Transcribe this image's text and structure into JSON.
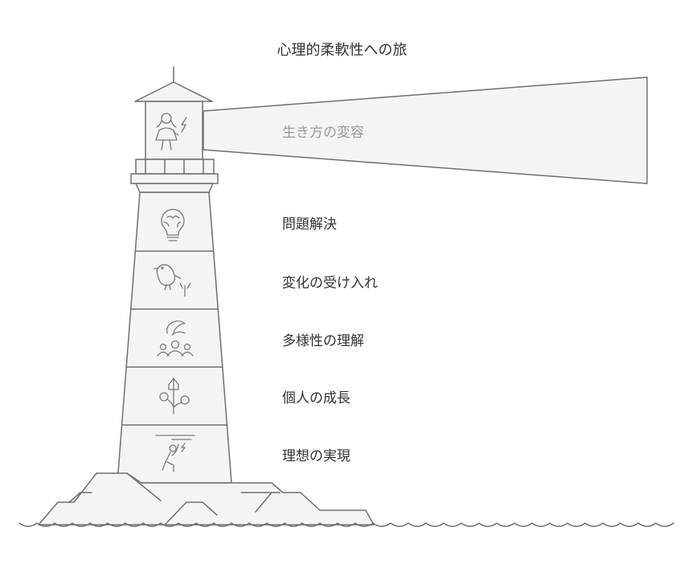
{
  "diagram": {
    "title": "心理的柔軟性への旅",
    "beam_label": "生き方の変容",
    "levels": [
      {
        "label": "問題解決",
        "icon": "lightbulb-brain-icon"
      },
      {
        "label": "変化の受け入れ",
        "icon": "bird-icon"
      },
      {
        "label": "多様性の理解",
        "icon": "people-group-icon"
      },
      {
        "label": "個人の成長",
        "icon": "growing-plant-icon"
      },
      {
        "label": "理想の実現",
        "icon": "person-reaching-icon"
      }
    ],
    "lantern_icon": "person-lightning-icon",
    "colors": {
      "stroke": "#6f6f6f",
      "fill": "#f4f4f4",
      "text": "#333333",
      "beam_text": "#9a9a9a"
    }
  }
}
